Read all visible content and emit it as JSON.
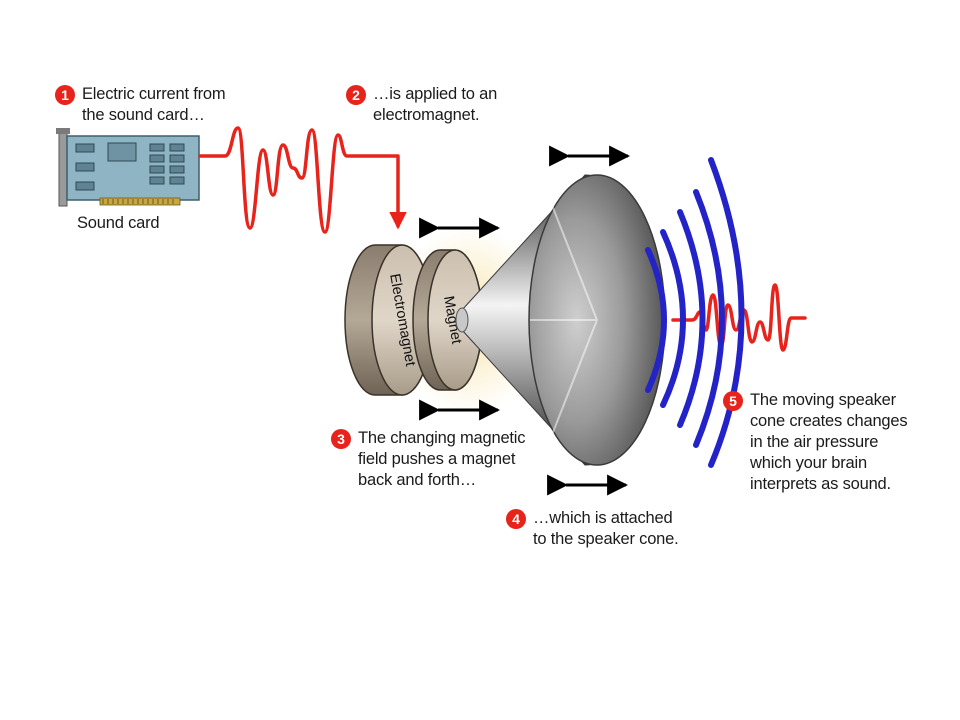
{
  "steps": [
    {
      "number": "1",
      "text": "Electric current from\nthe sound card…"
    },
    {
      "number": "2",
      "text": "…is applied to an\nelectromagnet."
    },
    {
      "number": "3",
      "text": "The changing magnetic\nfield pushes a magnet\nback and forth…"
    },
    {
      "number": "4",
      "text": "…which is attached\nto the speaker cone."
    },
    {
      "number": "5",
      "text": "The moving speaker\ncone creates changes\nin the air pressure\nwhich your brain\ninterprets as sound."
    }
  ],
  "labels": {
    "sound_card": "Sound card",
    "electromagnet": "Electromagnet",
    "magnet": "Magnet"
  },
  "colors": {
    "signal": "#e8231b",
    "sound_waves": "#2323c8",
    "card_board": "#8fb4c4",
    "arrows": "#000000"
  }
}
